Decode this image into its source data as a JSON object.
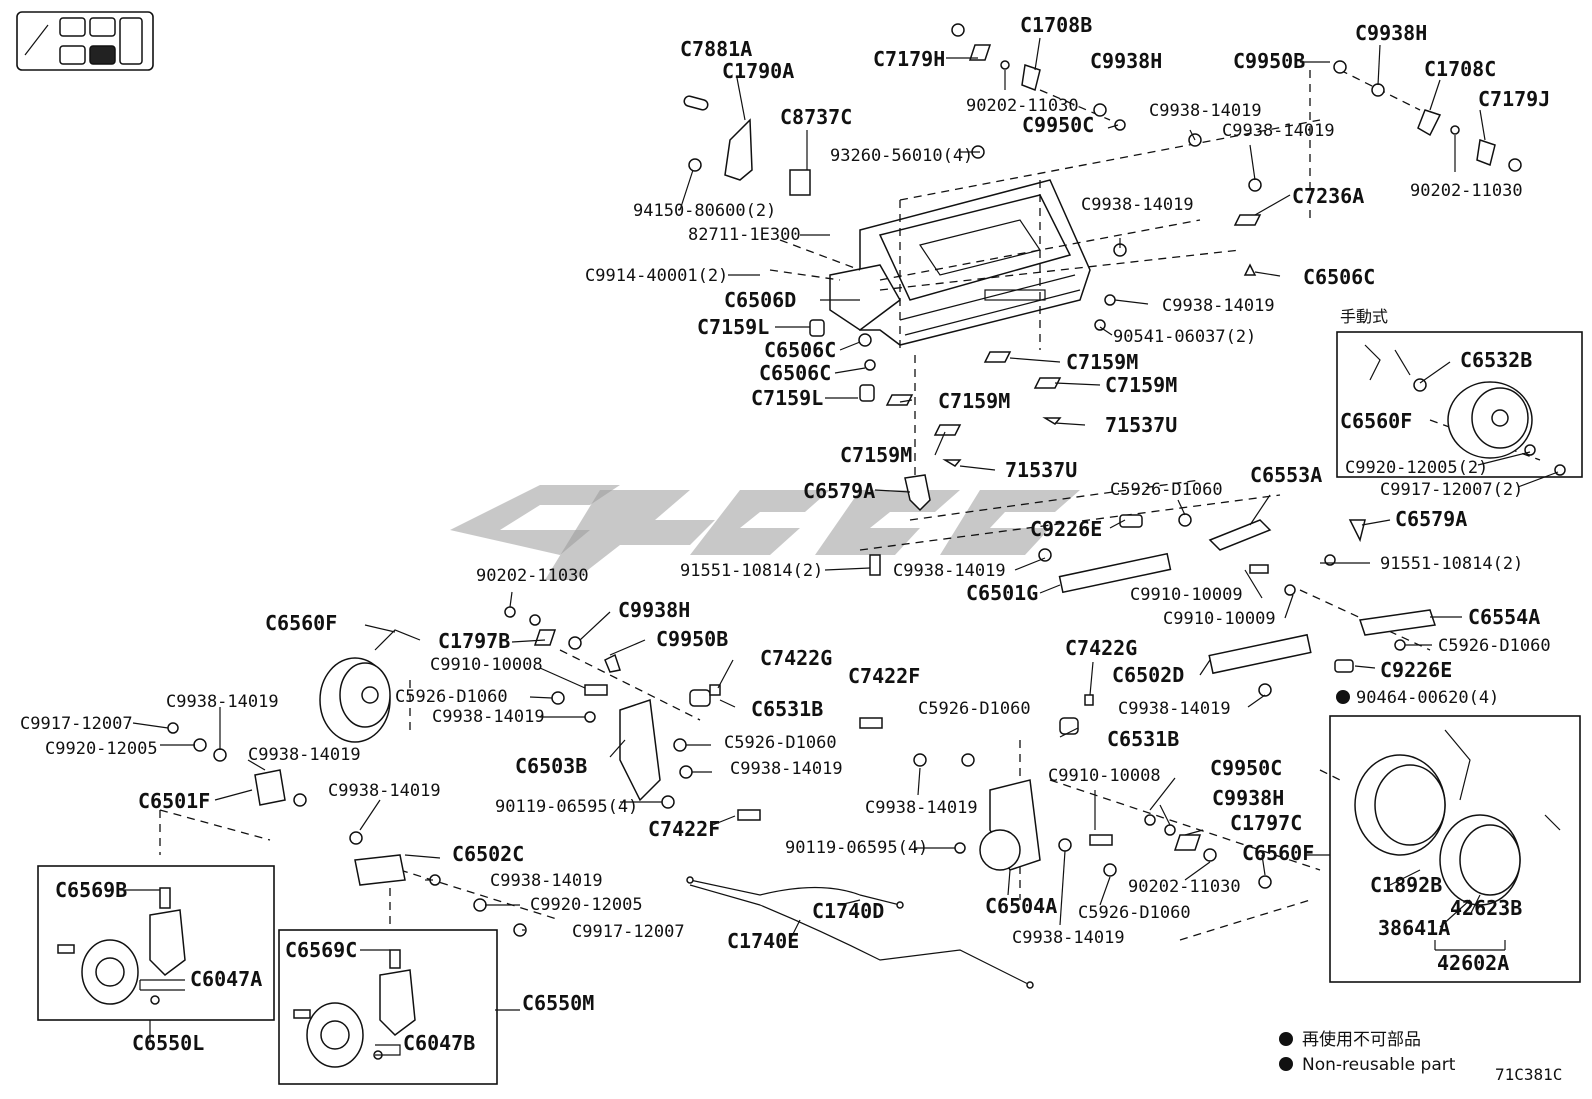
{
  "diagram_code": "71C381C",
  "legend": {
    "jp": "再使用不可部品",
    "en": "Non-reusable part"
  },
  "manual_label": "手動式",
  "labels": {
    "c7881a": "C7881A",
    "c1790a": "C1790A",
    "c7179h": "C7179H",
    "c1708b": "C1708B",
    "c9938h_top": "C9938H",
    "c9950b": "C9950B",
    "c9938h_tr": "C9938H",
    "c1708c": "C1708C",
    "c7179j": "C7179J",
    "p90202_top": "90202-11030",
    "c9950c_top": "C9950C",
    "p9938_14019_a": "C9938-14019",
    "p9938_14019_b": "C9938-14019",
    "p90202_tr": "90202-11030",
    "c8737c": "C8737C",
    "p93260": "93260-56010(4)",
    "p94150": "94150-80600(2)",
    "p82711": "82711-1E300",
    "p9914": "C9914-40001(2)",
    "c6506d": "C6506D",
    "c7159l_a": "C7159L",
    "c6506c_a": "C6506C",
    "c6506c_b": "C6506C",
    "c7159l_b": "C7159L",
    "c7159m_a": "C7159M",
    "c7159m_b": "C7159M",
    "c7159m_c": "C7159M",
    "c7159m_d": "C7159M",
    "p9938_14019_c": "C9938-14019",
    "c7236a": "C7236A",
    "c6506c_r": "C6506C",
    "p9938_14019_d": "C9938-14019",
    "p90541": "90541-06037(2)",
    "p71537u_a": "71537U",
    "p71537u_b": "71537U",
    "c6579a_l": "C6579A",
    "c6532b": "C6532B",
    "c6560f_r": "C6560F",
    "p9920_2": "C9920-12005(2)",
    "p9917_2": "C9917-12007(2)",
    "p5926_a": "C5926-D1060",
    "c6553a": "C6553A",
    "c6579a_r": "C6579A",
    "c9226e_a": "C9226E",
    "p91551_l": "91551-10814(2)",
    "p91551_r": "91551-10814(2)",
    "p9938_14019_e": "C9938-14019",
    "c6501g": "C6501G",
    "p9910_009_a": "C9910-10009",
    "p9910_009_b": "C9910-10009",
    "c6554a": "C6554A",
    "p5926_b": "C5926-D1060",
    "c9226e_b": "C9226E",
    "p90202_l": "90202-11030",
    "c6560f_l": "C6560F",
    "c9938h_l": "C9938H",
    "c1797b": "C1797B",
    "c9950b_l": "C9950B",
    "p9910_008_a": "C9910-10008",
    "c7422g_a": "C7422G",
    "c7422g_b": "C7422G",
    "c6502d": "C6502D",
    "p5926_c": "C5926-D1060",
    "c6531b_a": "C6531B",
    "p9938_14019_f": "C9938-14019",
    "p9917_l": "C9917-12007",
    "p9938_14019_g": "C9938-14019",
    "p9920_l": "C9920-12005",
    "p9938_14019_h": "C9938-14019",
    "p5926_d": "C5926-D1060",
    "c6503b": "C6503B",
    "p9938_14019_i": "C9938-14019",
    "c6501f": "C6501F",
    "p90119_a": "90119-06595(4)",
    "c7422f_a": "C7422F",
    "c7422f_b": "C7422F",
    "p5926_e": "C5926-D1060",
    "c6531b_b": "C6531B",
    "p9938_14019_j": "C9938-14019",
    "p90464": "90464-00620(4)",
    "p9938_14019_k": "C9938-14019",
    "c6502c": "C6502C",
    "p9938_14019_l": "C9938-14019",
    "p9920_m": "C9920-12005",
    "p9917_m": "C9917-12007",
    "p9910_008_b": "C9910-10008",
    "c9950c_b": "C9950C",
    "c9938h_b": "C9938H",
    "c1797c": "C1797C",
    "c6560f_b": "C6560F",
    "p90119_b": "90119-06595(4)",
    "p90202_b": "90202-11030",
    "c6504a": "C6504A",
    "p5926_f": "C5926-D1060",
    "p9938_14019_m": "C9938-14019",
    "c1740d": "C1740D",
    "c1740e": "C1740E",
    "c6569b": "C6569B",
    "c6047a": "C6047A",
    "c6550l": "C6550L",
    "c6569c": "C6569C",
    "c6047b": "C6047B",
    "c6550m": "C6550M",
    "c1892b": "C1892B",
    "p42623b": "42623B",
    "p38641a": "38641A",
    "p42602a": "42602A"
  }
}
